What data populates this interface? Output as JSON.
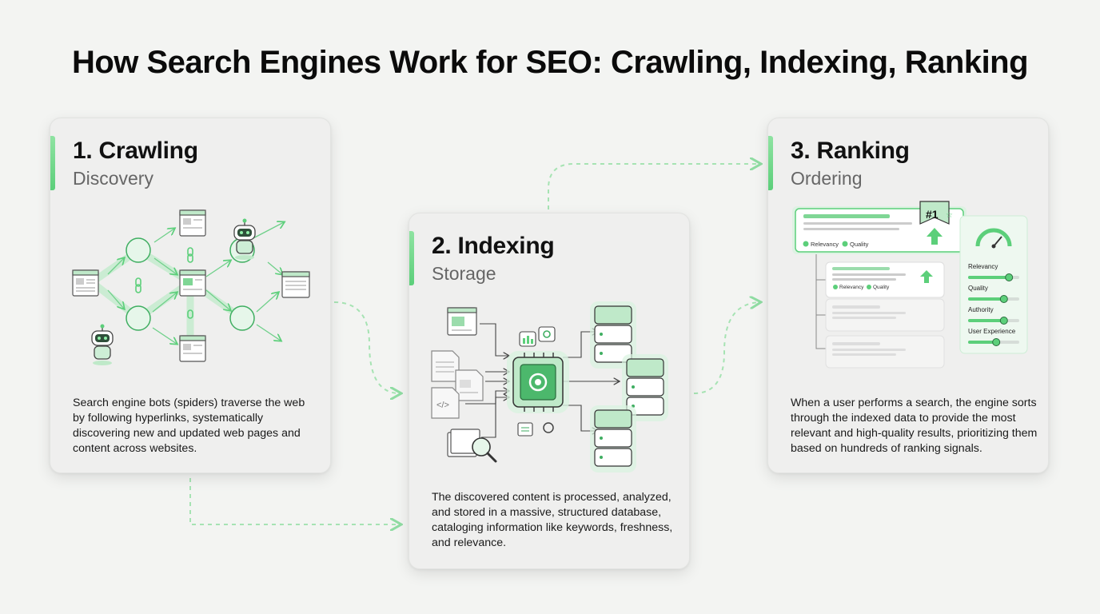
{
  "title": "How Search Engines Work for SEO: Crawling, Indexing, Ranking",
  "colors": {
    "accent": "#5ccf7a",
    "accent_light": "#cdeed6",
    "dark_green": "#2f8f4e",
    "background": "#f3f4f2",
    "card": "#efefee"
  },
  "steps": [
    {
      "heading": "1. Crawling",
      "subheading": "Discovery",
      "description": "Search engine bots (spiders) traverse the web by following hyperlinks, systematically discovering new and updated web pages and content across websites.",
      "icons": [
        "robot-icon",
        "web-page-icon",
        "link-chain-icon",
        "node-circle-icon"
      ]
    },
    {
      "heading": "2. Indexing",
      "subheading": "Storage",
      "description": "The discovered content is processed, analyzed, and stored in a massive, structured database, cataloging information like keywords, freshness, and relevance.",
      "icons": [
        "document-icon",
        "code-file-icon",
        "magnifier-icon",
        "processor-chip-icon",
        "database-server-icon",
        "gear-icon",
        "chart-icon"
      ]
    },
    {
      "heading": "3. Ranking",
      "subheading": "Ordering",
      "description": "When a user performs a search, the engine sorts through the indexed data to provide the most relevant and high-quality results, prioritizing them based on hundreds of ranking signals.",
      "badge": "#1",
      "result_tags": {
        "top": [
          "Relevancy",
          "Quality"
        ],
        "second": [
          "Relevancy",
          "Quality"
        ]
      },
      "signals": [
        {
          "label": "Relevancy",
          "level": 0.8
        },
        {
          "label": "Quality",
          "level": 0.7
        },
        {
          "label": "Authority",
          "level": 0.7
        },
        {
          "label": "User Experience",
          "level": 0.55
        }
      ]
    }
  ]
}
